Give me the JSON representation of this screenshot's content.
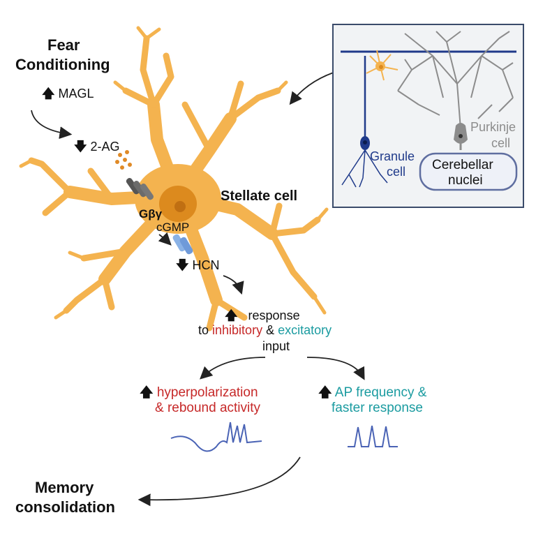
{
  "trigger": {
    "line1": "Fear",
    "line2": "Conditioning"
  },
  "cascade": {
    "magl": "MAGL",
    "two_ag": "2-AG",
    "gbg": "Gβγ",
    "cgmp": "cGMP",
    "hcn": "HCN"
  },
  "cell_label": "Stellate cell",
  "response": {
    "line1": "response",
    "to": "to",
    "inhibitory": "inhibitory",
    "amp": "&",
    "excitatory": "excitatory",
    "input": "input"
  },
  "outcomes": {
    "left": {
      "line1": "hyperpolarization",
      "line2": "& rebound activity"
    },
    "right": {
      "line1": "AP frequency &",
      "line2": "faster response"
    }
  },
  "memory": {
    "line1": "Memory",
    "line2": "consolidation"
  },
  "inset": {
    "granule1": "Granule",
    "granule2": "cell",
    "purkinje1": "Purkinje",
    "purkinje2": "cell",
    "nuclei1": "Cerebellar",
    "nuclei2": "nuclei"
  },
  "colors": {
    "cell": "#f4b34f",
    "nucleus": "#dc8a1e",
    "inhibitory": "#c62828",
    "excitatory": "#1a9ba0",
    "granule": "#1f3a8a",
    "purkinje": "#8c8c8c"
  }
}
